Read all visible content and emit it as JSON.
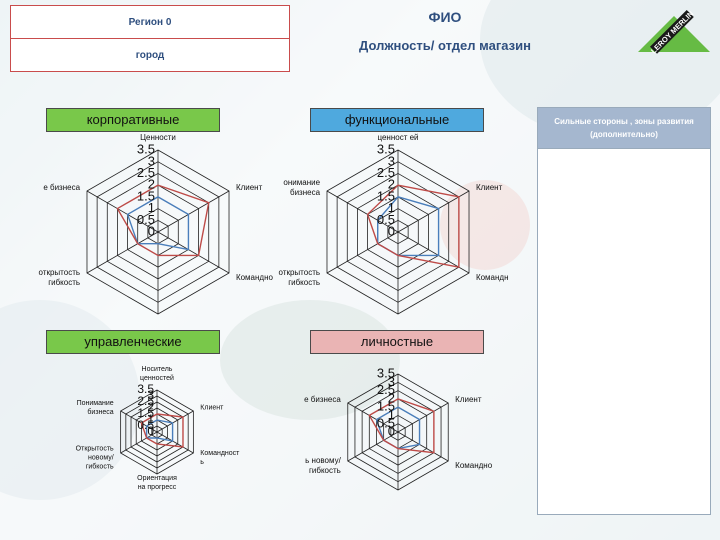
{
  "header": {
    "region": "Регион 0",
    "city": "город",
    "fio": "ФИО",
    "position": "Должность/ отдел магазин"
  },
  "logo_text": "LEROY MERLIN",
  "categories": {
    "corporate": "корпоративные",
    "functional": "функциональные",
    "managerial": "управленческие",
    "personal": "личностные"
  },
  "side_panel": {
    "title": "Сильные стороны , зоны развития (дополнительно)"
  },
  "colors": {
    "series_a": "#4a7ebb",
    "series_b": "#be4b48",
    "grid": "#222222"
  },
  "chart_data": [
    {
      "type": "radar",
      "axes": [
        "Ценности",
        "Клиент",
        "Командно",
        "",
        "открытость гибкость",
        "е бизнеса"
      ],
      "ticks": [
        "0",
        "0.5",
        "1",
        "1.5",
        "2",
        "2.5",
        "3",
        "3.5"
      ],
      "rlim": [
        0,
        3.5
      ],
      "series": [
        {
          "values": [
            1.5,
            1.5,
            1.5,
            0.5,
            1,
            1.5
          ]
        },
        {
          "values": [
            2,
            2.5,
            2,
            1,
            1,
            2
          ]
        }
      ]
    },
    {
      "type": "radar",
      "axes": [
        "ценност ей",
        "Клиент",
        "Командн",
        "",
        "открытость гибкость",
        "онимание бизнеса"
      ],
      "ticks": [
        "0",
        "0.5",
        "1",
        "1.5",
        "2",
        "2.5",
        "3",
        "3.5"
      ],
      "rlim": [
        0,
        3.5
      ],
      "series": [
        {
          "values": [
            1.5,
            2,
            2,
            1,
            1,
            1
          ]
        },
        {
          "values": [
            2,
            3,
            3,
            1,
            1,
            1.5
          ]
        }
      ]
    },
    {
      "type": "radar",
      "axes": [
        "Носитель ценностей",
        "Клиент",
        "Командност ь",
        "Ориентация на прогресс",
        "Открытость новому/ гибкость",
        "Понимание бизнеса"
      ],
      "ticks": [
        "0",
        "0.5",
        "1",
        "1.5",
        "2",
        "2.5",
        "3",
        "3.5"
      ],
      "rlim": [
        0,
        3.5
      ],
      "series": [
        {
          "values": [
            1,
            1.5,
            1.5,
            0.5,
            1,
            1
          ]
        },
        {
          "values": [
            1.5,
            2.5,
            2.5,
            1,
            1,
            1.5
          ]
        }
      ]
    },
    {
      "type": "radar",
      "axes": [
        "",
        "Клиент",
        "Командно",
        "",
        "ь новому/ гибкость",
        "е бизнеса"
      ],
      "ticks": [
        "0",
        "0.5",
        "1",
        "1.5",
        "2",
        "2.5",
        "3",
        "3.5"
      ],
      "rlim": [
        0,
        3.5
      ],
      "series": [
        {
          "values": [
            1.5,
            1.5,
            1.5,
            1,
            1,
            1.5
          ]
        },
        {
          "values": [
            2,
            2.5,
            2.5,
            1,
            1,
            2
          ]
        }
      ]
    }
  ]
}
